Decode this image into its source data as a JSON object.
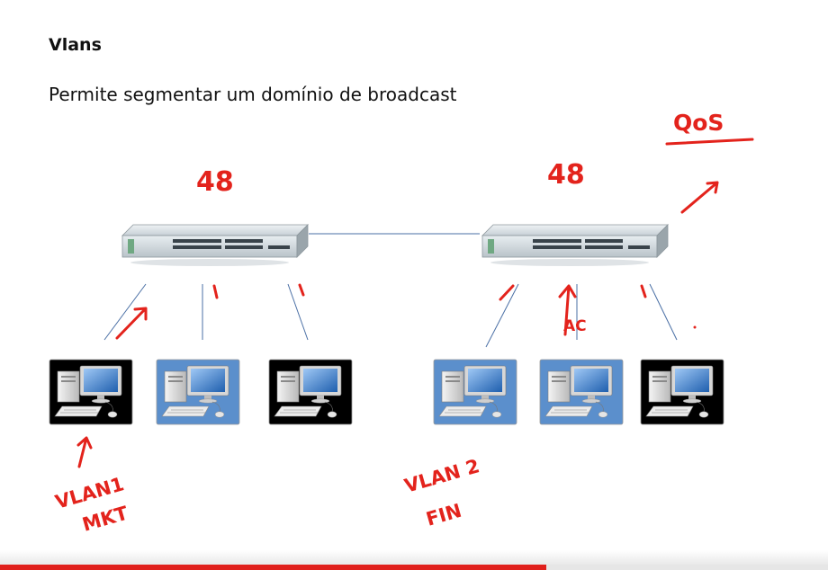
{
  "slide": {
    "title": "Vlans",
    "subtitle": "Permite segmentar um domínio de broadcast"
  },
  "annotations": {
    "qos": "QoS",
    "port_count_left": "48",
    "port_count_right": "48",
    "vlan1": "VLAN1",
    "vlan1_dept": "MKT",
    "vlan2": "VLAN 2",
    "vlan2_dept": "FIN",
    "port_mark": "1",
    "ac_mark": "AC"
  },
  "diagram": {
    "switches": [
      "switch-left",
      "switch-right"
    ],
    "computers_left": [
      "black",
      "blue",
      "black"
    ],
    "computers_right": [
      "blue",
      "blue",
      "black"
    ]
  },
  "colors": {
    "annotation": "#e3231c",
    "link": "#4a6fa5",
    "computer_blue_bg": "#5b8fcc",
    "computer_black_bg": "#000000",
    "progress": "#e0201c"
  },
  "progress": {
    "fraction": 0.66
  }
}
